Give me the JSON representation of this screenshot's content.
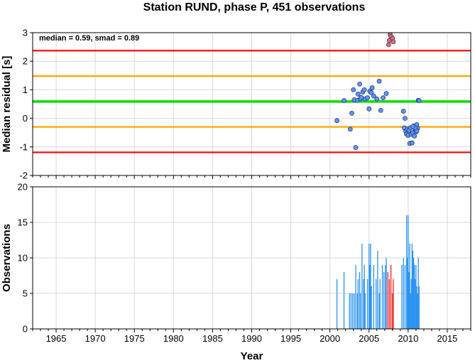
{
  "title": "Station RUND, phase P, 451 observations",
  "colors": {
    "threshold_outer": "#ff0000",
    "threshold_inner": "#ffa500",
    "median_line": "#00e000",
    "point_normal": "#6495ed",
    "point_outlier": "#f26b5b",
    "bar_normal": "#2a93f0",
    "bar_outlier": "#f01e1e",
    "grid": "#d9d9d9"
  },
  "chart_data": [
    {
      "type": "scatter",
      "annotation": "median = 0.59, smad = 0.89",
      "ylabel": "Median residual [s]",
      "xlim": [
        1962,
        2018
      ],
      "ylim": [
        -2,
        3
      ],
      "yticks": [
        -2,
        -1,
        0,
        1,
        2,
        3
      ],
      "xticks": [
        1965,
        1970,
        1975,
        1980,
        1985,
        1990,
        1995,
        2000,
        2005,
        2010,
        2015
      ],
      "grid": true,
      "reference_lines": [
        {
          "kind": "outer",
          "y": 2.37
        },
        {
          "kind": "inner",
          "y": 1.48
        },
        {
          "kind": "median",
          "y": 0.59
        },
        {
          "kind": "inner",
          "y": -0.3
        },
        {
          "kind": "outer",
          "y": -1.19
        }
      ],
      "series": [
        {
          "kind": "normal",
          "points": [
            [
              2000.9,
              -0.08
            ],
            [
              2001.8,
              0.62
            ],
            [
              2002.6,
              -0.38
            ],
            [
              2002.8,
              0.18
            ],
            [
              2003.0,
              1.0
            ],
            [
              2003.1,
              0.65
            ],
            [
              2003.3,
              -1.02
            ],
            [
              2003.5,
              0.63
            ],
            [
              2003.6,
              0.85
            ],
            [
              2003.8,
              1.2
            ],
            [
              2003.9,
              0.68
            ],
            [
              2004.0,
              0.73
            ],
            [
              2004.2,
              0.92
            ],
            [
              2004.4,
              1.0
            ],
            [
              2004.5,
              0.68
            ],
            [
              2004.8,
              0.72
            ],
            [
              2005.0,
              0.33
            ],
            [
              2005.1,
              0.95
            ],
            [
              2005.3,
              0.9
            ],
            [
              2005.4,
              1.07
            ],
            [
              2005.6,
              0.78
            ],
            [
              2006.0,
              0.68
            ],
            [
              2006.3,
              1.3
            ],
            [
              2006.5,
              0.28
            ],
            [
              2006.8,
              0.72
            ],
            [
              2007.2,
              0.87
            ],
            [
              2009.4,
              0.25
            ],
            [
              2009.5,
              -0.33
            ],
            [
              2009.6,
              0.0
            ],
            [
              2009.7,
              -0.45
            ],
            [
              2009.8,
              -0.55
            ],
            [
              2009.9,
              -0.38
            ],
            [
              2010.0,
              -0.6
            ],
            [
              2010.1,
              -0.42
            ],
            [
              2010.2,
              -0.88
            ],
            [
              2010.3,
              -0.33
            ],
            [
              2010.4,
              -0.56
            ],
            [
              2010.5,
              -0.86
            ],
            [
              2010.6,
              -0.5
            ],
            [
              2010.7,
              -0.27
            ],
            [
              2010.8,
              -0.62
            ],
            [
              2010.9,
              -0.36
            ],
            [
              2011.0,
              -0.48
            ],
            [
              2011.1,
              -0.22
            ],
            [
              2011.2,
              -0.35
            ],
            [
              2011.3,
              0.63
            ],
            [
              2011.4,
              0.62
            ],
            [
              2011.1,
              -0.44
            ],
            [
              2010.9,
              -0.33
            ],
            [
              2010.6,
              -0.28
            ]
          ]
        },
        {
          "kind": "outlier",
          "points": [
            [
              2007.5,
              2.58
            ],
            [
              2007.6,
              2.73
            ],
            [
              2007.7,
              2.93
            ],
            [
              2007.8,
              2.87
            ],
            [
              2008.0,
              2.8
            ],
            [
              2008.1,
              2.68
            ]
          ]
        }
      ]
    },
    {
      "type": "bar",
      "ylabel": "Observations",
      "xlabel": "Year",
      "xlim": [
        1962,
        2018
      ],
      "ylim": [
        0,
        20
      ],
      "yticks": [
        0,
        5,
        10,
        15,
        20
      ],
      "xticks": [
        1965,
        1970,
        1975,
        1980,
        1985,
        1990,
        1995,
        2000,
        2005,
        2010,
        2015
      ],
      "grid": true,
      "series": [
        {
          "kind": "normal",
          "bars": [
            [
              2000.9,
              7
            ],
            [
              2001.8,
              8
            ],
            [
              2002.5,
              5
            ],
            [
              2002.7,
              5
            ],
            [
              2002.9,
              5
            ],
            [
              2003.1,
              5
            ],
            [
              2003.3,
              9
            ],
            [
              2003.5,
              5
            ],
            [
              2003.6,
              7
            ],
            [
              2003.8,
              8
            ],
            [
              2003.9,
              5
            ],
            [
              2004.1,
              12
            ],
            [
              2004.3,
              7
            ],
            [
              2004.4,
              9
            ],
            [
              2004.5,
              5
            ],
            [
              2004.8,
              7
            ],
            [
              2005.0,
              12
            ],
            [
              2005.1,
              9
            ],
            [
              2005.2,
              12
            ],
            [
              2005.3,
              6
            ],
            [
              2005.6,
              9
            ],
            [
              2005.9,
              7
            ],
            [
              2006.1,
              11
            ],
            [
              2006.3,
              5
            ],
            [
              2006.4,
              7
            ],
            [
              2006.7,
              9
            ],
            [
              2006.9,
              8
            ],
            [
              2007.1,
              9
            ],
            [
              2007.2,
              10
            ],
            [
              2009.2,
              9
            ],
            [
              2009.4,
              10
            ],
            [
              2009.6,
              9
            ],
            [
              2009.8,
              16
            ],
            [
              2009.9,
              10
            ],
            [
              2010.0,
              16
            ],
            [
              2010.1,
              8
            ],
            [
              2010.2,
              12
            ],
            [
              2010.3,
              5
            ],
            [
              2010.4,
              7
            ],
            [
              2010.5,
              12
            ],
            [
              2010.6,
              11
            ],
            [
              2010.7,
              10
            ],
            [
              2010.8,
              9
            ],
            [
              2010.9,
              7
            ],
            [
              2011.0,
              9
            ],
            [
              2011.1,
              6
            ],
            [
              2011.2,
              5
            ],
            [
              2011.3,
              10
            ],
            [
              2011.4,
              6
            ]
          ]
        },
        {
          "kind": "outlier",
          "bars": [
            [
              2007.4,
              8
            ],
            [
              2007.6,
              7
            ],
            [
              2007.8,
              9
            ],
            [
              2008.0,
              5
            ],
            [
              2008.1,
              7
            ]
          ]
        }
      ]
    }
  ]
}
